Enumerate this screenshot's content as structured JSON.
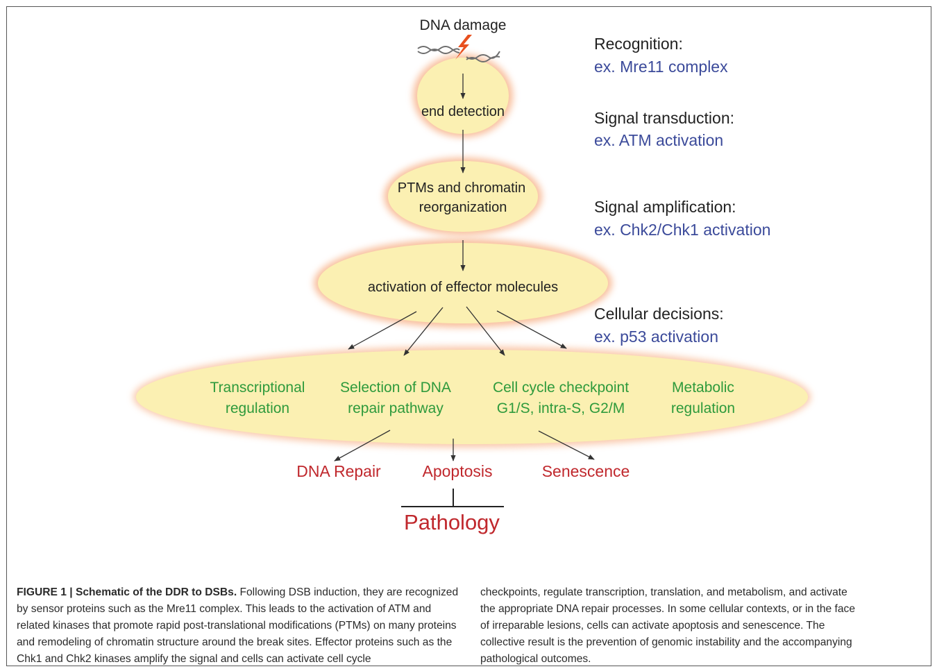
{
  "diagram": {
    "top_label": "DNA damage",
    "nodes": {
      "end_detection": "end detection",
      "ptms_line1": "PTMs and chromatin",
      "ptms_line2": "reorganization",
      "effector": "activation of effector molecules"
    },
    "responses": [
      {
        "line1": "Transcriptional",
        "line2": "regulation"
      },
      {
        "line1": "Selection of DNA",
        "line2": "repair pathway"
      },
      {
        "line1": "Cell cycle checkpoint",
        "line2": "G1/S, intra-S, G2/M"
      },
      {
        "line1": "Metabolic",
        "line2": "regulation"
      }
    ],
    "outcomes": [
      "DNA Repair",
      "Apoptosis",
      "Senescence"
    ],
    "pathology": "Pathology",
    "stages": [
      {
        "title": "Recognition:",
        "example": "ex. Mre11 complex"
      },
      {
        "title": "Signal transduction:",
        "example": "ex. ATM activation"
      },
      {
        "title": "Signal amplification:",
        "example": "ex. Chk2/Chk1 activation"
      },
      {
        "title": "Cellular decisions:",
        "example": "ex. p53 activation"
      }
    ],
    "colors": {
      "node_fill": "#fbf0b2",
      "node_glow": "#f4a070",
      "response_text": "#2e9a3c",
      "outcome_text": "#c0282d",
      "example_text": "#3b4a9a",
      "title_text": "#222222",
      "bolt": "#e8501e"
    }
  },
  "caption": {
    "title": "FIGURE 1 | Schematic of the DDR to DSBs.",
    "left_text": " Following DSB induction, they are recognized by sensor proteins such as the Mre11 complex. This leads to the activation of ATM and related kinases that promote rapid post-translational modifications (PTMs) on many proteins and remodeling of chromatin structure around the break sites. Effector proteins such as the Chk1 and Chk2 kinases amplify the signal and cells can activate cell cycle",
    "right_text": "checkpoints, regulate transcription, translation, and metabolism, and activate the appropriate DNA repair processes. In some cellular contexts, or in the face of irreparable lesions, cells can activate apoptosis and senescence. The collective result is the prevention of genomic instability and the accompanying pathological outcomes."
  }
}
